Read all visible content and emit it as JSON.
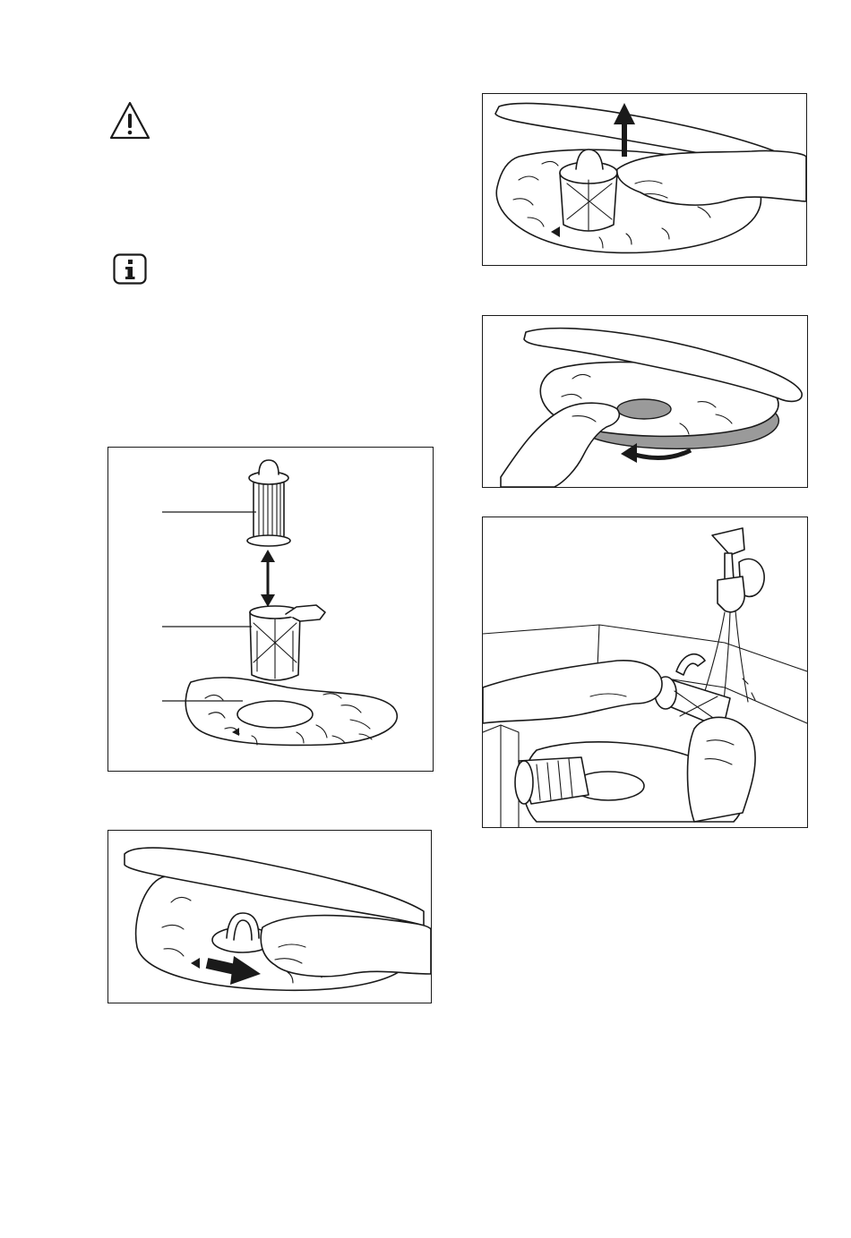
{
  "icons": {
    "warning": "warning-triangle-icon",
    "info": "info-icon"
  },
  "figures": [
    {
      "name": "figure-filter-parts",
      "callouts": 3
    },
    {
      "name": "figure-turn-filter"
    },
    {
      "name": "figure-lift-filter"
    },
    {
      "name": "figure-remove-flat-filter"
    },
    {
      "name": "figure-rinse-filters"
    }
  ]
}
